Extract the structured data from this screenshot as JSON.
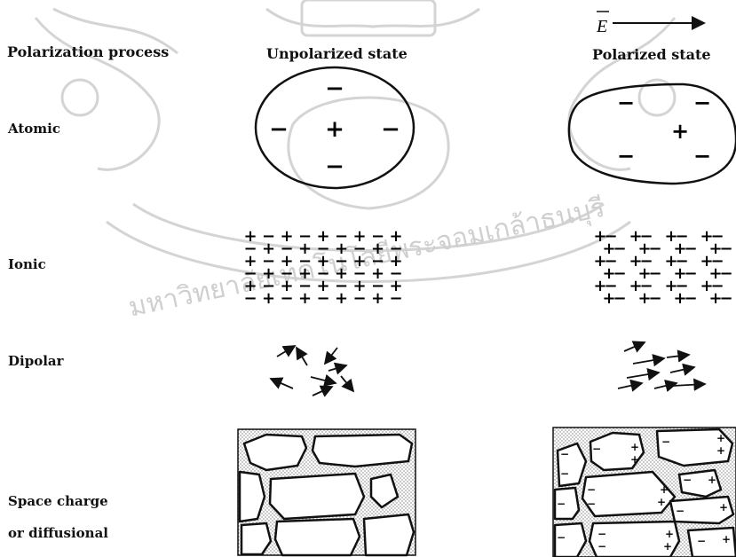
{
  "header": {
    "process_title": "Polarization process",
    "unpolarized_title": "Unpolarized state",
    "polarized_title": "Polarized state",
    "field_symbol": "E"
  },
  "rows": {
    "atomic": "Atomic",
    "ionic": "Ionic",
    "dipolar": "Dipolar",
    "space_charge_line1": "Space charge",
    "space_charge_line2": "or diffusional"
  },
  "watermark": {
    "text": "มหาวิทยาลัยเทคโนโลยีพระจอมเกล้าธนบุรี",
    "color": "#c9c9c9"
  },
  "colors": {
    "ink": "#111111",
    "grain_fill": "#ffffff",
    "dots": "#7a7a7a"
  },
  "glyphs": {
    "plus": "+",
    "minus": "−"
  }
}
